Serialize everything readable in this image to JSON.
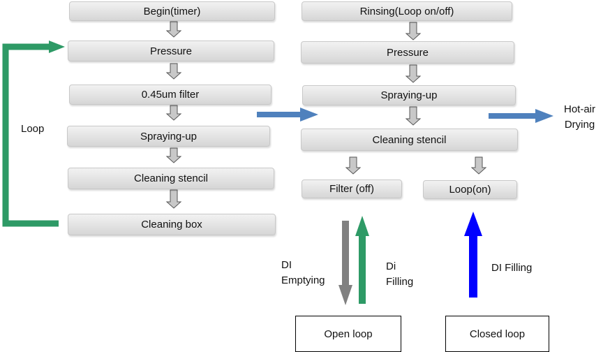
{
  "left_column": {
    "steps": [
      "Begin(timer)",
      "Pressure",
      "0.45um filter",
      "Spraying-up",
      "Cleaning stencil",
      "Cleaning box"
    ],
    "loop_label": "Loop"
  },
  "middle_column": {
    "steps": [
      "Rinsing(Loop on/off)",
      "Pressure",
      "Spraying-up",
      "Cleaning stencil"
    ],
    "branches": [
      "Filter (off)",
      "Loop(on)"
    ]
  },
  "drying": {
    "line1": "Hot-air",
    "line2": "Drying"
  },
  "di": {
    "emptying_line1": "DI",
    "emptying_line2": "Emptying",
    "filling_line1": "Di",
    "filling_line2": "Filling",
    "closed_filling": "DI Filling"
  },
  "loops": {
    "open": "Open loop",
    "closed": "Closed loop"
  },
  "colors": {
    "box_fill": "#d9d9d9",
    "green": "#2e9a66",
    "blue_arrow": "#4f81bd",
    "grey_arrow": "#808080",
    "strong_blue": "#0000ff"
  }
}
